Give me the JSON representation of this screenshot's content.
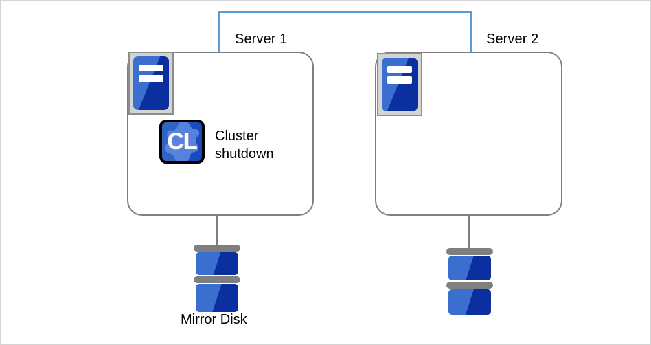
{
  "diagram": {
    "title_shown": false,
    "servers": [
      {
        "id": "server1",
        "label": "Server 1",
        "machine_icon": "server-tower-icon",
        "status_icon": "cluster-cl-icon",
        "status_label": "Cluster\nshutdown"
      },
      {
        "id": "server2",
        "label": "Server 2",
        "machine_icon": "server-tower-icon",
        "status_icon": null,
        "status_label": ""
      }
    ],
    "disks": [
      {
        "id": "disk1",
        "label": "Mirror Disk",
        "icon": "disk-stack-icon"
      },
      {
        "id": "disk2",
        "label": "",
        "icon": "disk-stack-icon"
      }
    ],
    "interconnect": {
      "name": "interconnect-link",
      "color": "#5b9bd5"
    },
    "colors": {
      "interconnect_blue": "#5b9bd5",
      "box_border_gray": "#7f7f7f",
      "icon_blue_light": "#3a6fd0",
      "icon_blue_dark": "#0b2f9e",
      "disk_plate_gray": "#7f7f7f",
      "cl_icon_border": "#000000",
      "page_border": "#d4d4d4",
      "text": "#000000"
    }
  }
}
